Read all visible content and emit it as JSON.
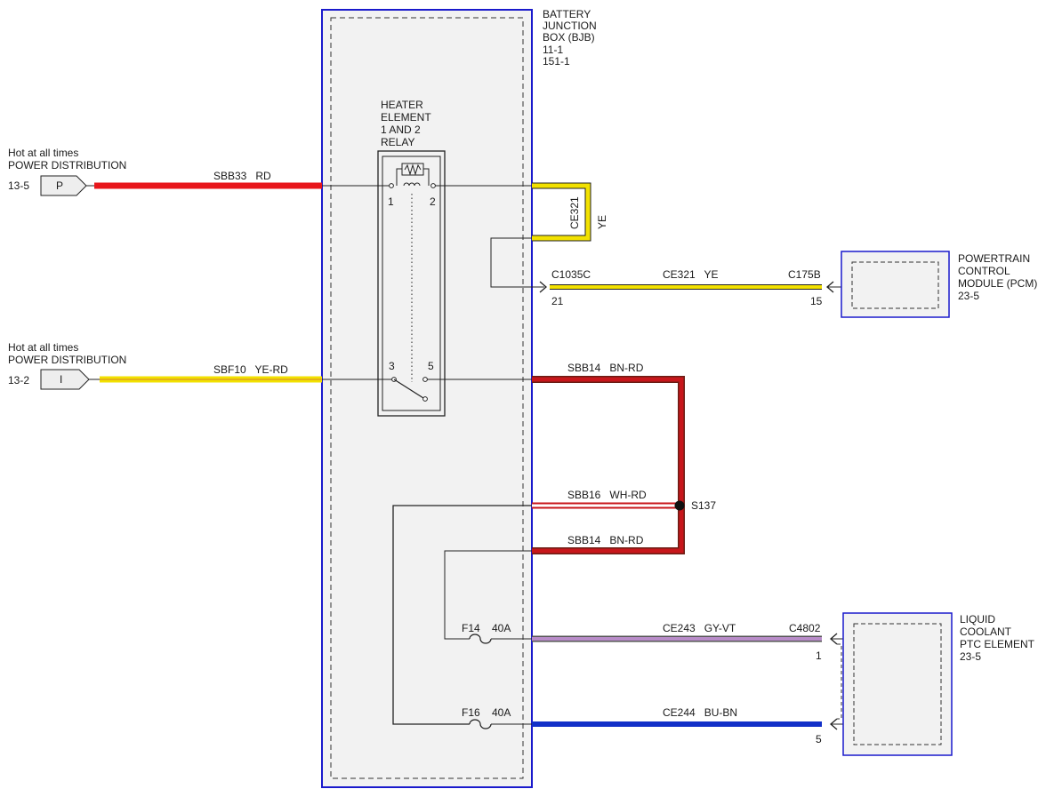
{
  "bjb": {
    "title_lines": [
      "BATTERY",
      "JUNCTION",
      "BOX (BJB)",
      "11-1",
      "151-1"
    ]
  },
  "relay": {
    "title_lines": [
      "HEATER",
      "ELEMENT",
      "1 AND 2",
      "RELAY"
    ],
    "pins": [
      "1",
      "2",
      "3",
      "5"
    ]
  },
  "sources": [
    {
      "desc": "Hot at all times",
      "sub": "POWER DISTRIBUTION",
      "ref": "13-5",
      "letter": "P"
    },
    {
      "desc": "Hot at all times",
      "sub": "POWER DISTRIBUTION",
      "ref": "13-2",
      "letter": "I"
    }
  ],
  "wires": {
    "sbb33": "SBB33   RD",
    "sbf10": "SBF10   YE-RD",
    "ce321_vertical": "CE321",
    "ce321_vertical_color": "YE",
    "ce321": "CE321   YE",
    "sbb14_top": "SBB14   BN-RD",
    "sbb16": "SBB16   WH-RD",
    "sbb14_bottom": "SBB14   BN-RD",
    "ce243": "CE243   GY-VT",
    "ce244": "CE244   BU-BN"
  },
  "connectors": {
    "c1035c": "C1035C",
    "c1035c_pin": "21",
    "c175b": "C175B",
    "c175b_pin": "15",
    "c4802": "C4802",
    "c4802_pin1": "1",
    "c4802_pin5": "5"
  },
  "splice": "S137",
  "fuses": [
    {
      "id": "F14",
      "rating": "40A"
    },
    {
      "id": "F16",
      "rating": "40A"
    }
  ],
  "modules": {
    "pcm": [
      "POWERTRAIN",
      "CONTROL",
      "MODULE (PCM)",
      "23-5"
    ],
    "ptc": [
      "LIQUID",
      "COOLANT",
      "PTC ELEMENT",
      "23-5"
    ]
  },
  "colors": {
    "red": "#e8161b",
    "yellow": "#f2e100",
    "yellow_red_stripe": "#e0a020",
    "brown_red": "#c8161b",
    "brown_red_dark": "#6a1d14",
    "gray_violet": "#b88cc8",
    "blue": "#1230c8",
    "box_blue": "#1a1acc",
    "box_fill": "#f2f2f2"
  }
}
